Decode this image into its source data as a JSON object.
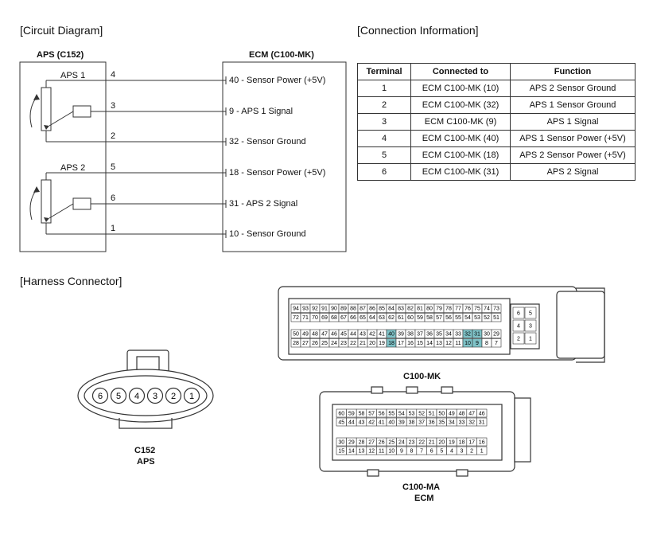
{
  "sections": {
    "circuit": "[Circuit Diagram]",
    "connection": "[Connection Information]",
    "harness": "[Harness Connector]"
  },
  "circuit": {
    "aps_title": "APS (C152)",
    "ecm_title": "ECM (C100-MK)",
    "aps1_label": "APS 1",
    "aps2_label": "APS 2",
    "aps_pins": [
      "4",
      "3",
      "2",
      "5",
      "6",
      "1"
    ],
    "ecm_pins": [
      "40 - Sensor Power (+5V)",
      "9 - APS 1 Signal",
      "32 - Sensor Ground",
      "18 - Sensor Power (+5V)",
      "31 - APS 2 Signal",
      "10 - Sensor Ground"
    ]
  },
  "table": {
    "headers": [
      "Terminal",
      "Connected to",
      "Function"
    ],
    "rows": [
      [
        "1",
        "ECM C100-MK (10)",
        "APS 2 Sensor Ground"
      ],
      [
        "2",
        "ECM C100-MK (32)",
        "APS 1 Sensor Ground"
      ],
      [
        "3",
        "ECM C100-MK (9)",
        "APS 1 Signal"
      ],
      [
        "4",
        "ECM C100-MK (40)",
        "APS 1 Sensor Power (+5V)"
      ],
      [
        "5",
        "ECM C100-MK (18)",
        "APS 2 Sensor Power (+5V)"
      ],
      [
        "6",
        "ECM C100-MK (31)",
        "APS 2 Signal"
      ]
    ]
  },
  "connectors": {
    "c152_pins": [
      "6",
      "5",
      "4",
      "3",
      "2",
      "1"
    ],
    "c152_label1": "C152",
    "c152_label2": "APS",
    "mk_label": "C100-MK",
    "mk_rows": [
      [
        "94",
        "93",
        "92",
        "91",
        "90",
        "89",
        "88",
        "87",
        "86",
        "85",
        "84",
        "83",
        "82",
        "81",
        "80",
        "79",
        "78",
        "77",
        "76",
        "75",
        "74",
        "73"
      ],
      [
        "72",
        "71",
        "70",
        "69",
        "68",
        "67",
        "66",
        "65",
        "64",
        "63",
        "62",
        "61",
        "60",
        "59",
        "58",
        "57",
        "56",
        "55",
        "54",
        "53",
        "52",
        "51"
      ],
      [
        "50",
        "49",
        "48",
        "47",
        "46",
        "45",
        "44",
        "43",
        "42",
        "41",
        "40",
        "39",
        "38",
        "37",
        "36",
        "35",
        "34",
        "33",
        "32",
        "31",
        "30",
        "29"
      ],
      [
        "28",
        "27",
        "26",
        "25",
        "24",
        "23",
        "22",
        "21",
        "20",
        "19",
        "18",
        "17",
        "16",
        "15",
        "14",
        "13",
        "12",
        "11",
        "10",
        "9",
        "8",
        "7"
      ]
    ],
    "mk_highlight": [
      "40",
      "32",
      "31",
      "18",
      "10",
      "9"
    ],
    "mk_small": [
      "6",
      "5",
      "4",
      "3",
      "2",
      "1"
    ],
    "ma_label1": "C100-MA",
    "ma_label2": "ECM",
    "ma_rows": [
      [
        "60",
        "59",
        "58",
        "57",
        "56",
        "55",
        "54",
        "53",
        "52",
        "51",
        "50",
        "49",
        "48",
        "47",
        "46"
      ],
      [
        "45",
        "44",
        "43",
        "42",
        "41",
        "40",
        "39",
        "38",
        "37",
        "36",
        "35",
        "34",
        "33",
        "32",
        "31"
      ],
      [
        "30",
        "29",
        "28",
        "27",
        "26",
        "25",
        "24",
        "23",
        "22",
        "21",
        "20",
        "19",
        "18",
        "17",
        "16"
      ],
      [
        "15",
        "14",
        "13",
        "12",
        "11",
        "10",
        "9",
        "8",
        "7",
        "6",
        "5",
        "4",
        "3",
        "2",
        "1"
      ]
    ]
  },
  "colors": {
    "highlight": "#7fc3c8",
    "line": "#333333"
  }
}
